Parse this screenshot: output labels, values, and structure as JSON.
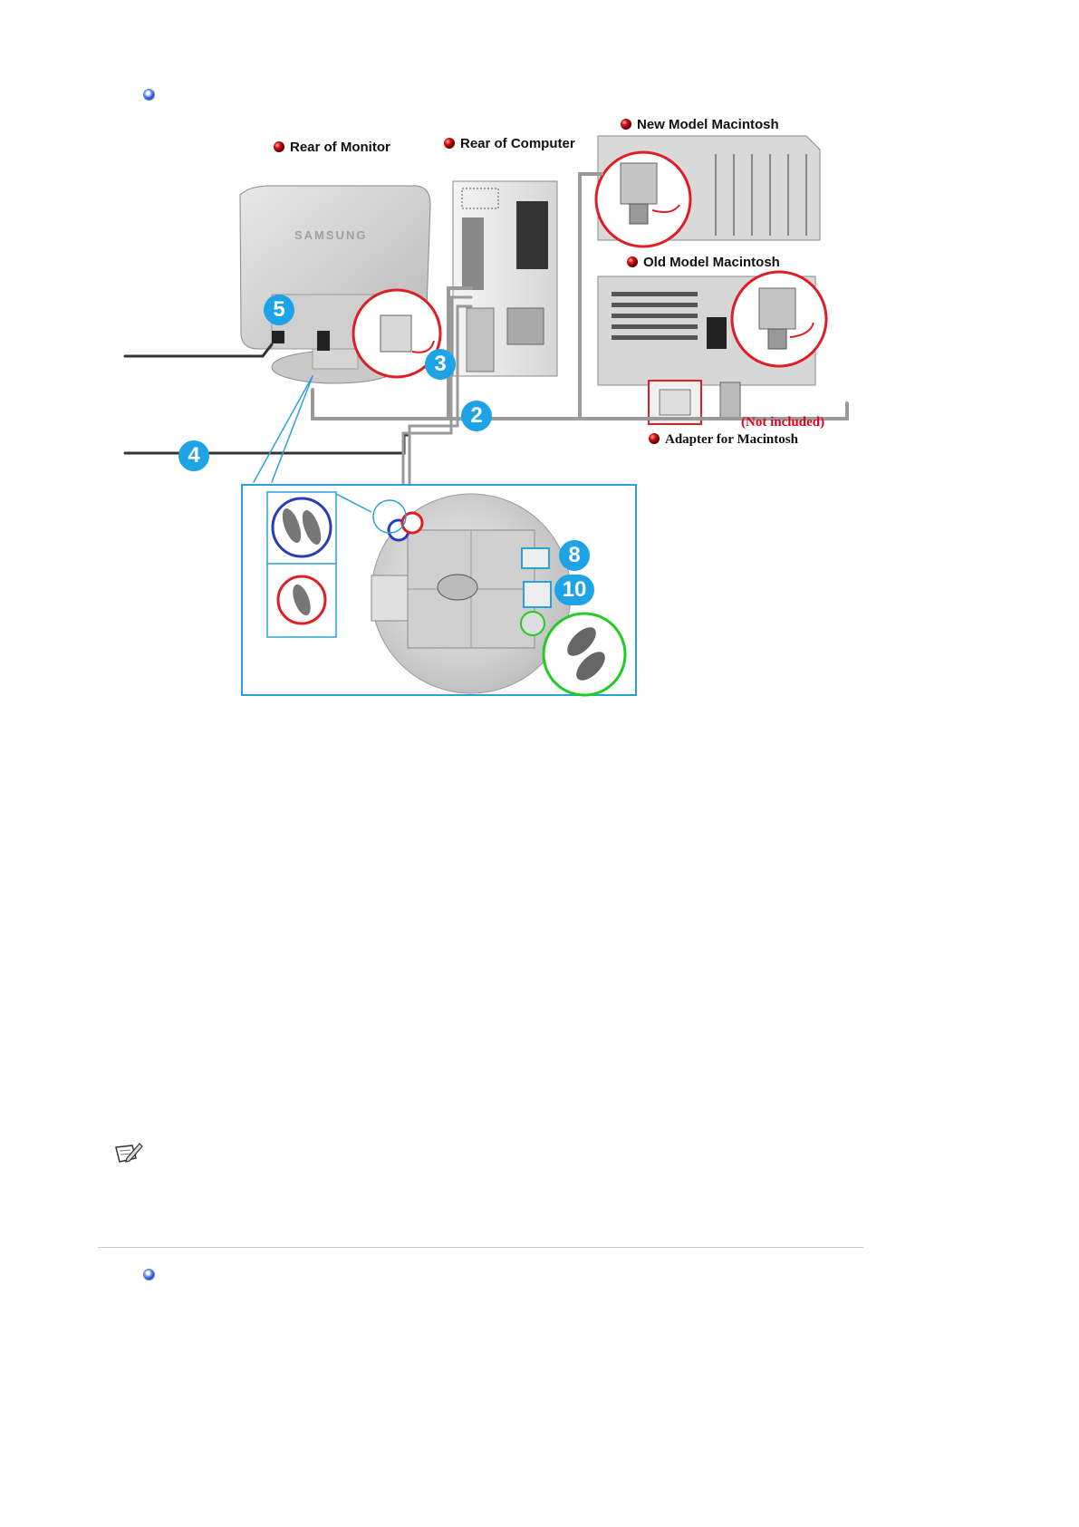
{
  "labels": {
    "rear_monitor": "Rear of Monitor",
    "rear_computer": "Rear of Computer",
    "new_mac": "New Model Macintosh",
    "old_mac": "Old Model Macintosh",
    "not_included": "(Not included)",
    "adapter": "Adapter for Macintosh"
  },
  "callouts": [
    "5",
    "3",
    "2",
    "4",
    "8",
    "10"
  ],
  "monitor_brand": "SAMSUNG",
  "icons": {
    "section_bullet": "blue-round-bullet-icon",
    "note": "note-pencil-icon",
    "label_marker": "red-round-bullet-icon"
  },
  "colors": {
    "callout": "#1ea4e6",
    "detail_frame": "#29a3d6",
    "red_note": "#e3001b",
    "jack_blue": "#2a3cb8",
    "jack_red": "#e01c24",
    "jack_green": "#22cc22"
  }
}
